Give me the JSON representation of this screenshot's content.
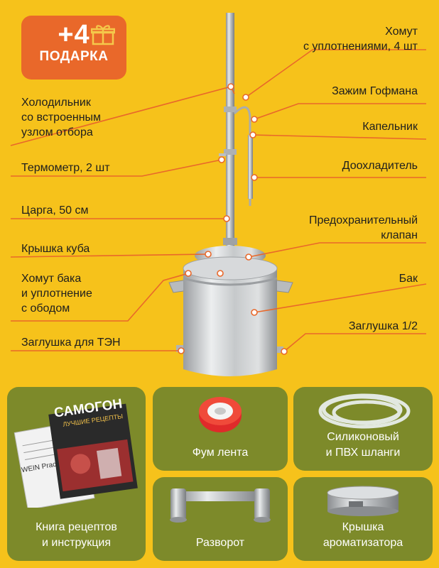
{
  "badge": {
    "plus": "+4",
    "text": "ПОДАРКА"
  },
  "labels": {
    "khomut": [
      "Хомут",
      "с уплотнениями, 4 шт"
    ],
    "zazhim": "Зажим Гофмана",
    "kapelnik": "Капельник",
    "doohladitel": "Доохладитель",
    "predohran": [
      "Предохранительный",
      "клапан"
    ],
    "bak": "Бак",
    "zaglushka12": "Заглушка 1/2",
    "holodilnik": [
      "Холодильник",
      "со встроенным",
      "узлом отбора"
    ],
    "termometr": "Термометр, 2 шт",
    "tsarga": "Царга, 50 см",
    "kryshka_kuba": "Крышка куба",
    "khomut_baka": [
      "Хомут бака",
      "и уплотнение",
      "с ободом"
    ],
    "zaglushka_ten": "Заглушка для ТЭН"
  },
  "cards": {
    "book": [
      "Книга рецептов",
      "и инструкция"
    ],
    "fum": "Фум лента",
    "shlangi": [
      "Силиконовый",
      "и ПВХ шланги"
    ],
    "razvorot": "Разворот",
    "kryshka_arom": [
      "Крышка",
      "ароматизатора"
    ]
  },
  "book_cover": {
    "title": "САМОГОН",
    "subtitle": "ЛУЧШИЕ РЕЦЕПТЫ",
    "brand": "WEIN Prac"
  },
  "colors": {
    "background": "#f6c21b",
    "badge": "#e9682a",
    "card": "#7d8a2a",
    "line": "#e9682a",
    "tape": "#e02a2a"
  }
}
